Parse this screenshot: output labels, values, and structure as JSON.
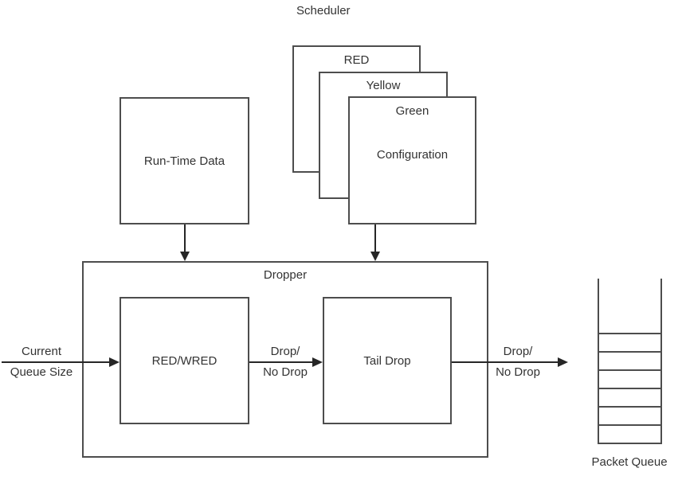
{
  "scheduler_label": "Scheduler",
  "stack": {
    "red": "RED",
    "yellow": "Yellow",
    "green": "Green",
    "configuration": "Configuration"
  },
  "runtime_box_label": "Run-Time Data",
  "dropper": {
    "title": "Dropper",
    "red_wred_label": "RED/WRED",
    "tail_drop_label": "Tail Drop"
  },
  "arrows": {
    "input_line1": "Current",
    "input_line2": "Queue Size",
    "mid_line1": "Drop/",
    "mid_line2": "No Drop",
    "out_line1": "Drop/",
    "out_line2": "No Drop"
  },
  "queue": {
    "label": "Packet Queue",
    "cell_count": 6
  },
  "colors": {
    "line": "#4d4d4d",
    "arrow": "#262626",
    "text": "#333333",
    "background": "#ffffff"
  }
}
